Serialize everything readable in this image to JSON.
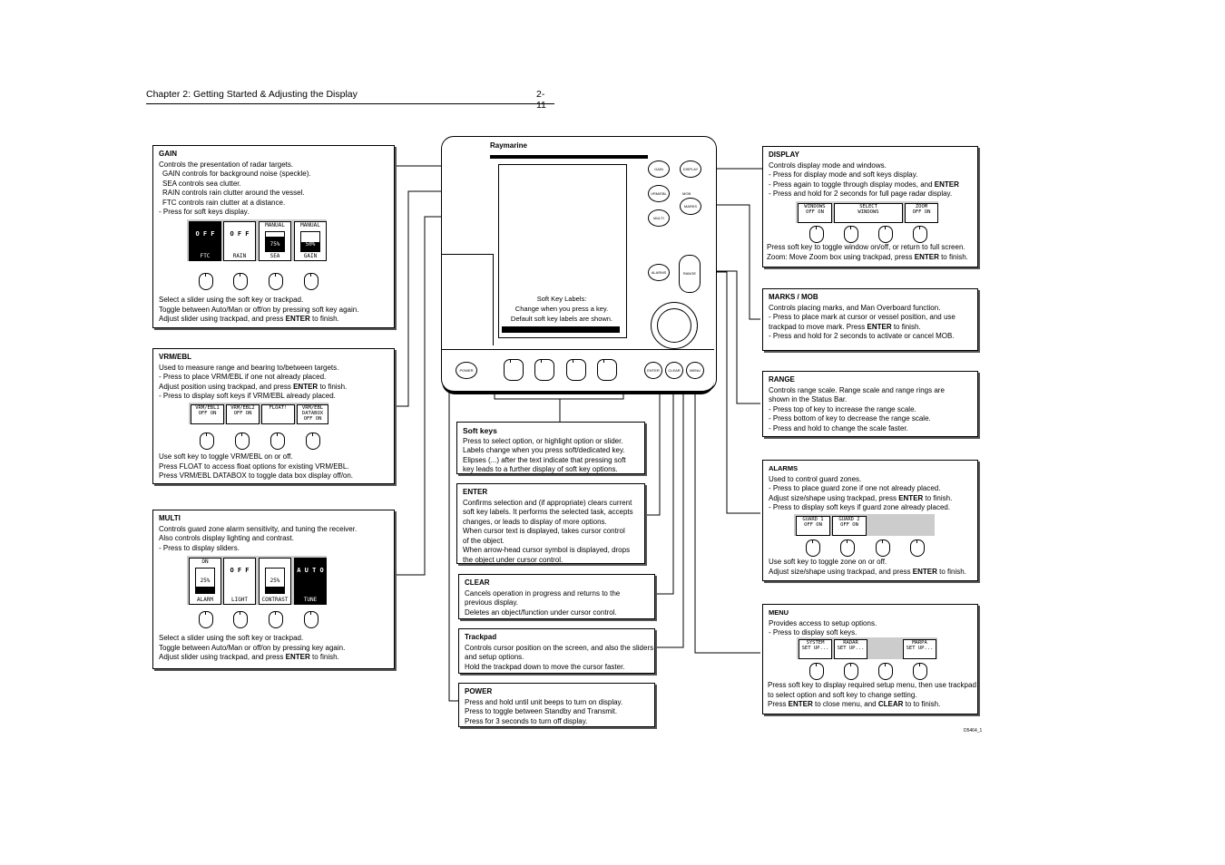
{
  "header": {
    "chapter": "Chapter 2: Getting Started & Adjusting the Display",
    "page": "2-11"
  },
  "gain": {
    "title": "GAIN",
    "lines": [
      "Controls the presentation of radar targets.",
      "GAIN controls for background noise (speckle).",
      "SEA controls sea clutter.",
      "RAIN controls rain clutter around the vessel.",
      "FTC controls rain clutter at a distance.",
      "- Press for soft keys display."
    ],
    "keys": [
      {
        "top": "",
        "cap": "FTC",
        "txt": "O F F"
      },
      {
        "top": "",
        "cap": "RAIN",
        "txt": "O F F"
      },
      {
        "top": "MANUAL",
        "cap": "SEA",
        "pct": "75%"
      },
      {
        "top": "MANUAL",
        "cap": "GAIN",
        "pct": "50%"
      }
    ],
    "foot": [
      "Select a slider using the soft key or trackpad.",
      "Toggle between Auto/Man or off/on by pressing soft key again."
    ],
    "foot_pre": "Adjust slider using trackpad, and press ",
    "foot_bold": "ENTER",
    "foot_post": " to finish."
  },
  "vrm": {
    "title": "VRM/EBL",
    "lines": [
      "Used to measure range and bearing to/between targets.",
      "- Press to place VRM/EBL if one not already placed."
    ],
    "l3_pre": "  Adjust position using trackpad, and press ",
    "l3_bold": "ENTER",
    "l3_post": " to finish.",
    "l4": "- Press to display soft keys if VRM/EBL already placed.",
    "labels": [
      "VRM/EBL1\nOFF ON",
      "VRM/EBL2\nOFF ON",
      "FLOAT!",
      "VRM/EBL DATABOX\nOFF ON"
    ],
    "foot": [
      "Use soft key to toggle VRM/EBL on or off.",
      "Press FLOAT to access float options for existing VRM/EBL.",
      "Press VRM/EBL DATABOX to toggle data box display off/on."
    ]
  },
  "multi": {
    "title": "MULTI",
    "lines": [
      "Controls guard zone alarm sensitivity, and tuning the receiver.",
      "Also controls display lighting and contrast.",
      "- Press to display sliders."
    ],
    "keys": [
      {
        "top": "ON",
        "cap": "ALARM",
        "pct": "25%"
      },
      {
        "top": "",
        "cap": "LIGHT",
        "txt": "O F F"
      },
      {
        "top": "",
        "cap": "CONTRAST",
        "pct": "25%"
      },
      {
        "top": "",
        "cap": "TUNE",
        "txt": "A U T O"
      }
    ],
    "foot": [
      "Select a slider using the soft key or trackpad.",
      "Toggle between Auto/Man or off/on by pressing key again."
    ],
    "foot_pre": "Adjust slider using trackpad, and press ",
    "foot_bold": "ENTER",
    "foot_post": " to finish."
  },
  "unit": {
    "brand": "Raymarine",
    "screen_lines": [
      "Soft Key Labels:",
      "Change when you press a key.",
      "Default soft key labels are shown."
    ],
    "buttons": {
      "gain": "GAIN",
      "display": "DISPLAY",
      "vrm": "VRM/EBL",
      "mob": "MOB",
      "marks": "MARKS",
      "multi": "MULTI",
      "alarms": "ALARMS",
      "range": "RANGE",
      "power": "POWER",
      "enter": "ENTER",
      "clear": "CLEAR",
      "menu": "MENU"
    }
  },
  "softkeys": {
    "title": "Soft keys",
    "lines": [
      "Press to select option, or highlight option or slider.",
      "Labels change when you press soft/dedicated key.",
      "Elipses (...) after the text indicate that pressing soft",
      "key leads to a further display of soft key options."
    ]
  },
  "enter": {
    "title": "ENTER",
    "lines": [
      "Confirms selection and (if appropriate) clears current",
      "soft key labels. It performs the selected task, accepts",
      "changes, or leads to display of more options.",
      "When cursor text is displayed, takes cursor control",
      "of the object.",
      "When arrow-head cursor symbol is displayed, drops",
      "the object under cursor control."
    ]
  },
  "clear": {
    "title": "CLEAR",
    "lines": [
      "Cancels operation in progress and returns to the",
      "previous display.",
      "Deletes an object/function under cursor control."
    ]
  },
  "trackpad": {
    "title": "Trackpad",
    "lines": [
      "Controls cursor position on the screen, and also the sliders",
      "and setup options.",
      "Hold the trackpad down to move the cursor faster."
    ]
  },
  "power": {
    "title": "POWER",
    "lines": [
      "Press and hold until unit beeps to turn on display.",
      "Press to toggle between Standby and Transmit.",
      "Press for 3 seconds to turn off display."
    ]
  },
  "display": {
    "title": "DISPLAY",
    "lines": [
      "Controls display mode and windows.",
      "- Press for display mode and soft keys display."
    ],
    "l3_pre": "- Press again to toggle through display modes, and ",
    "l3_bold": "ENTER",
    "l4": "- Press and hold for 2 seconds for full page radar display.",
    "labels": [
      "WINDOWS\nOFF ON",
      "SELECT\nWINDOWS",
      "ZOOM\nOFF ON"
    ],
    "foot1": "Press soft key to toggle window on/off, or return to full screen.",
    "foot2_pre": "Zoom: Move Zoom box using trackpad, press ",
    "foot2_bold": "ENTER",
    "foot2_post": " to finish."
  },
  "marks": {
    "title": "MARKS / MOB",
    "lines": [
      "Controls placing marks, and Man Overboard function.",
      "- Press to place mark at cursor or vessel position, and use"
    ],
    "l3_pre": "  trackpad to move mark. Press ",
    "l3_bold": "ENTER",
    "l3_post": " to finish.",
    "l4": "- Press and hold for 2 seconds to activate or cancel MOB."
  },
  "range": {
    "title": "RANGE",
    "lines": [
      "Controls range scale. Range scale and range rings are",
      "shown in the Status Bar.",
      "- Press top of key to increase the range scale.",
      "- Press bottom of key to decrease the range scale.",
      "- Press and hold to change the scale faster."
    ]
  },
  "alarms": {
    "title": "ALARMS",
    "lines": [
      "Used to control guard zones.",
      "- Press to place guard zone if one not already placed."
    ],
    "l3_pre": "  Adjust size/shape using trackpad, press ",
    "l3_bold": "ENTER",
    "l3_post": " to finish.",
    "l4": "- Press to display soft keys if guard zone already placed.",
    "labels": [
      "GUARD 1\nOFF ON",
      "GUARD 2\nOFF ON"
    ],
    "foot1": "Use soft key to toggle zone on or off.",
    "foot2_pre": "Adjust size/shape using trackpad, and press ",
    "foot2_bold": "ENTER",
    "foot2_post": " to finish."
  },
  "menu": {
    "title": "MENU",
    "lines": [
      "Provides access to setup options.",
      "- Press to display soft keys."
    ],
    "labels": [
      "SYSTEM\nSET UP...",
      "RADAR\nSET UP...",
      "",
      "MARPA\nSET UP..."
    ],
    "foot": [
      "Press soft key to display required setup menu, then use trackpad",
      "to select option and soft key to change setting."
    ],
    "foot3_pre": "Press ",
    "foot3_b1": "ENTER",
    "foot3_mid": " to close menu, and ",
    "foot3_b2": "CLEAR",
    "foot3_post": " to to finish."
  },
  "ref": "D5464_1"
}
